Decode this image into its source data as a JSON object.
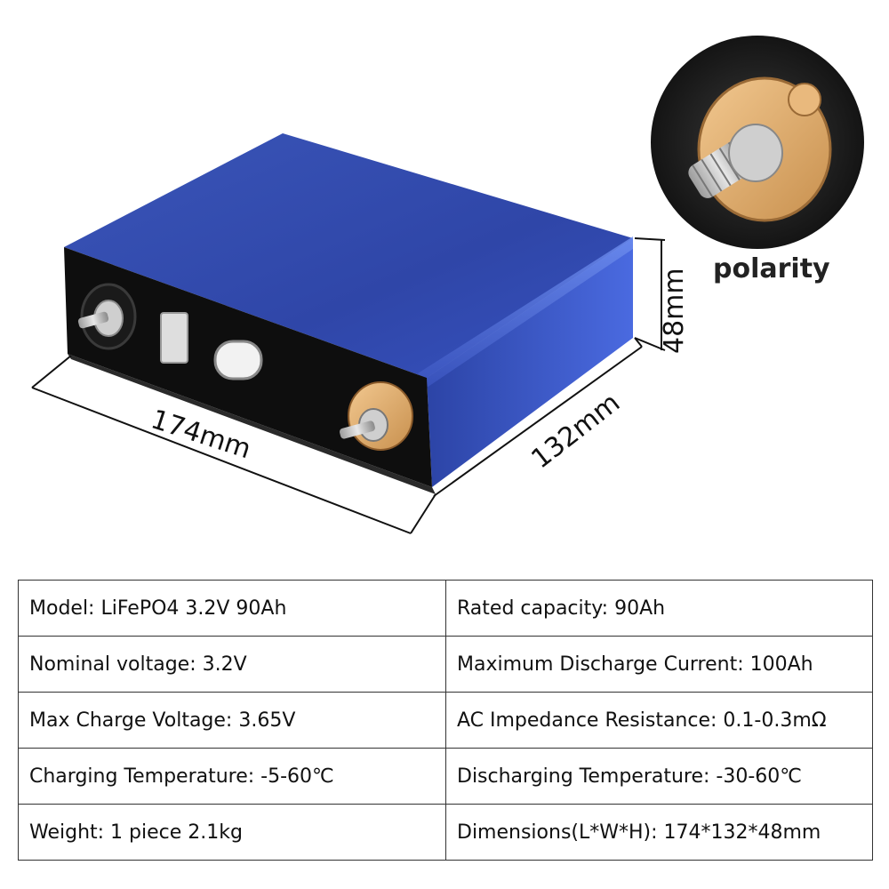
{
  "diagram": {
    "dimensions": {
      "length": "174mm",
      "width": "132mm",
      "height": "48mm"
    },
    "inset_label": "polarity",
    "icons": [
      "battery-cell-icon",
      "terminal-bolt-icon",
      "polarity-terminal-icon"
    ]
  },
  "specs": [
    {
      "left": "Model:   LiFePO4 3.2V 90Ah",
      "right": "Rated capacity: 90Ah"
    },
    {
      "left": "Nominal voltage:   3.2V",
      "right": "Maximum Discharge Current: 100Ah"
    },
    {
      "left": "Max Charge Voltage:   3.65V",
      "right": "AC Impedance Resistance: 0.1-0.3mΩ"
    },
    {
      "left": "Charging Temperature: -5-60℃",
      "right": "Discharging Temperature: -30-60℃"
    },
    {
      "left": "Weight:   1 piece 2.1kg",
      "right": "Dimensions(L*W*H):  174*132*48mm"
    }
  ]
}
